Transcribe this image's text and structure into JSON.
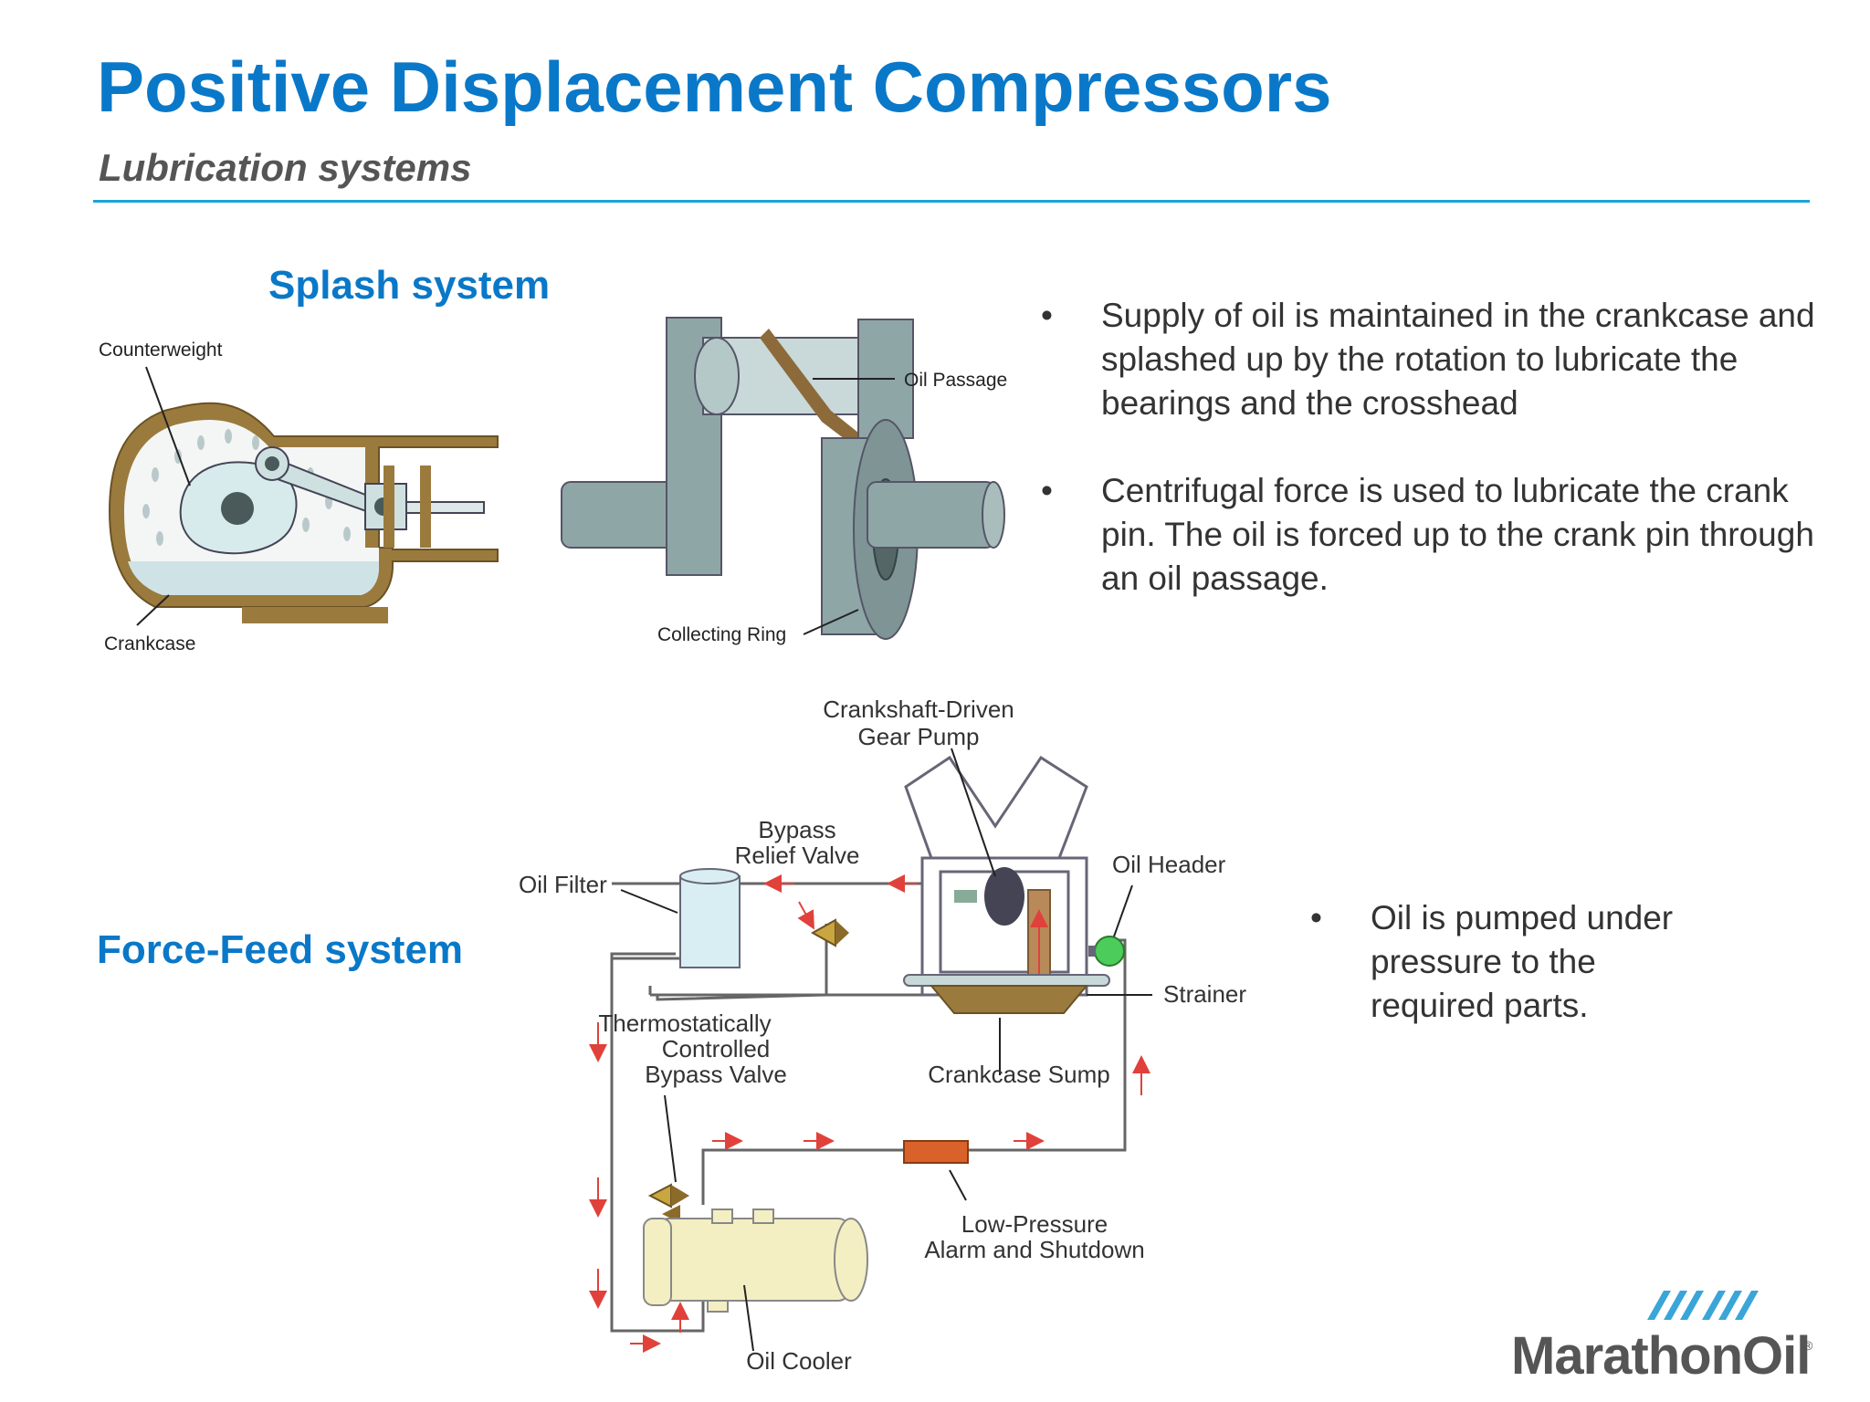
{
  "header": {
    "title": "Positive Displacement Compressors",
    "subtitle": "Lubrication systems"
  },
  "splash": {
    "heading": "Splash system",
    "labels": {
      "counterweight": "Counterweight",
      "crankcase": "Crankcase",
      "oil_passage": "Oil Passage",
      "collecting_ring": "Collecting Ring"
    },
    "bullets": [
      "Supply of oil is maintained in the crankcase and splashed up by the rotation to lubricate the bearings and the crosshead",
      "Centrifugal force is used to lubricate the crank pin. The oil is forced up to the crank pin through an oil passage."
    ]
  },
  "forcefeed": {
    "heading": "Force-Feed  system",
    "labels": {
      "gear_pump_line1": "Crankshaft-Driven",
      "gear_pump_line2": "Gear Pump",
      "bypass_relief_line1": "Bypass",
      "bypass_relief_line2": "Relief Valve",
      "oil_filter": "Oil Filter",
      "oil_header": "Oil Header",
      "strainer": "Strainer",
      "thermo_line1": "Thermostatically",
      "thermo_line2": "Controlled",
      "thermo_line3": "Bypass Valve",
      "crankcase_sump": "Crankcase Sump",
      "low_pressure_line1": "Low-Pressure",
      "low_pressure_line2": "Alarm and Shutdown",
      "oil_cooler": "Oil Cooler"
    },
    "bullets": [
      "Oil is pumped under pressure to the required parts."
    ]
  },
  "bullet_char": "•",
  "logo": {
    "name": "MarathonOil",
    "mark": "®"
  },
  "colors": {
    "title_blue": "#0a78c8",
    "rule_blue": "#1ba3d9",
    "crankcase_brown": "#9b7a3e",
    "oil_light": "#cfe3e6",
    "metal_gray": "#8fa6a6",
    "arrow_red": "#e0413a",
    "cooler_yellow": "#f4efc3",
    "alarm_orange": "#d9622b",
    "header_green": "#4ccc5a"
  }
}
